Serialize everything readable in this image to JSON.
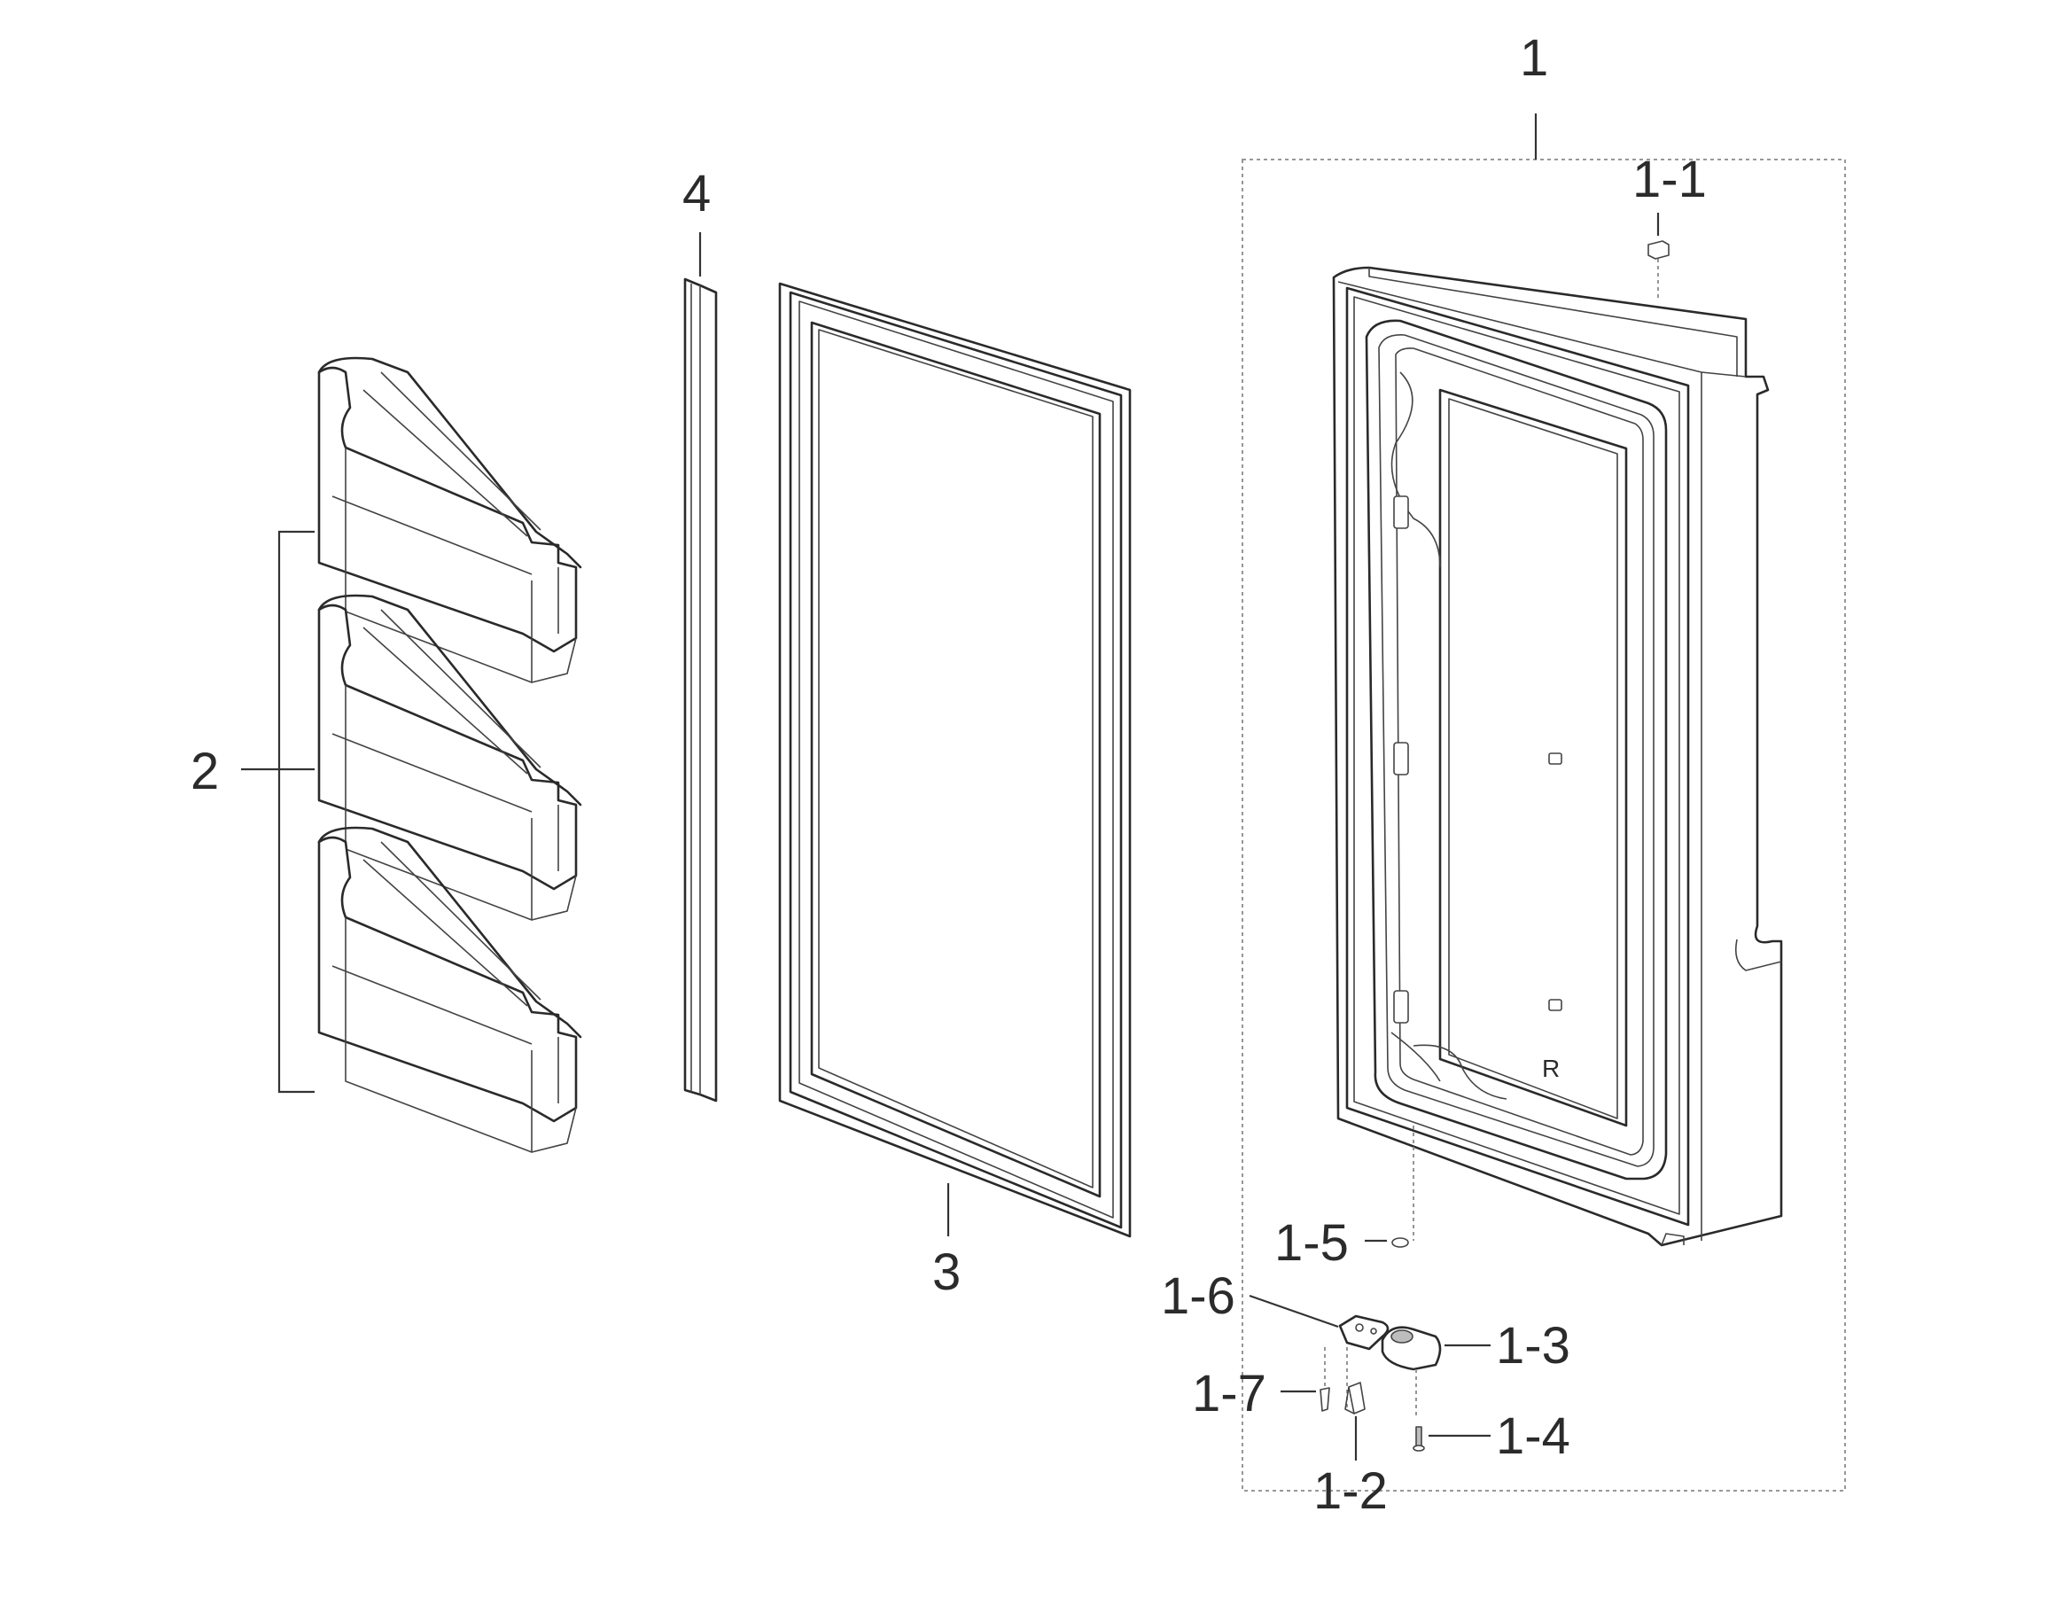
{
  "diagram": {
    "callouts": {
      "part_1": "1",
      "part_1_1": "1-1",
      "part_1_2": "1-2",
      "part_1_3": "1-3",
      "part_1_4": "1-4",
      "part_1_5": "1-5",
      "part_1_6": "1-6",
      "part_1_7": "1-7",
      "part_2": "2",
      "part_3": "3",
      "part_4": "4"
    },
    "door_side_mark": "R"
  }
}
